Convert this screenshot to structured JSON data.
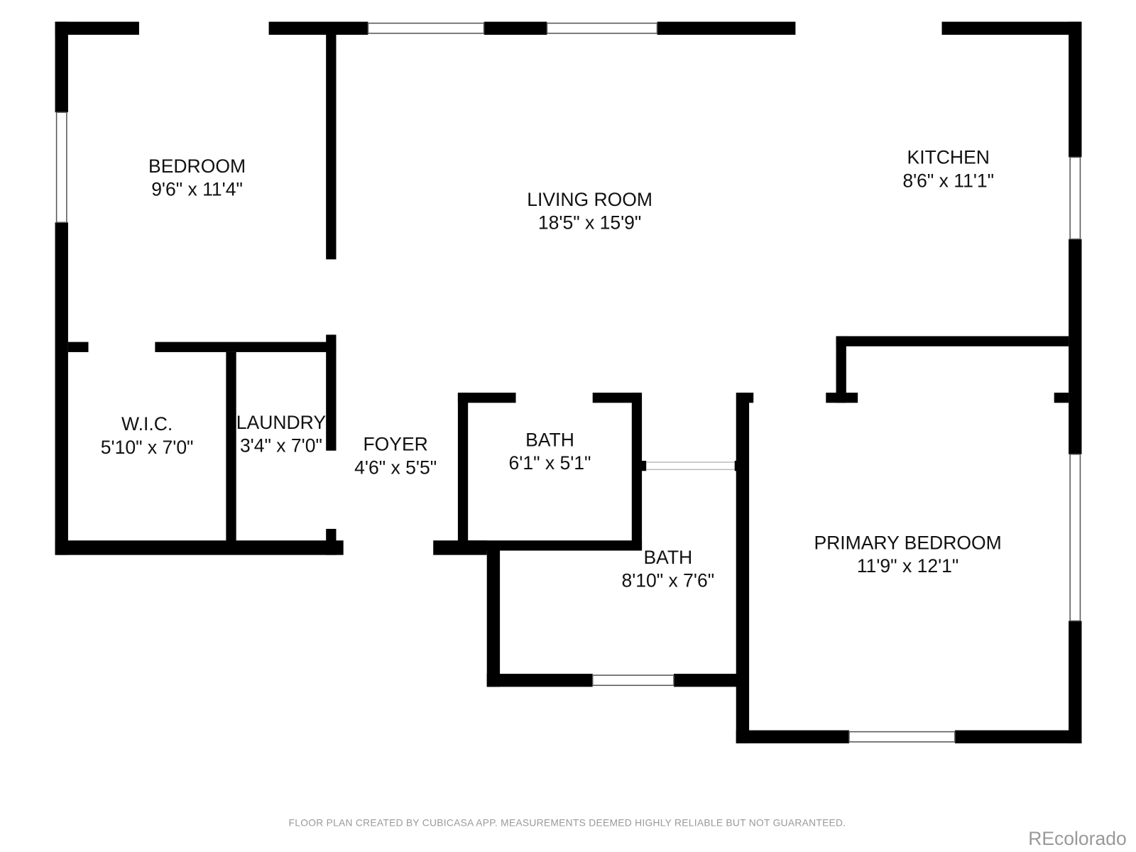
{
  "rooms": [
    {
      "name": "BEDROOM",
      "size": "9'6\" x 11'4\""
    },
    {
      "name": "LIVING ROOM",
      "size": "18'5\" x 15'9\""
    },
    {
      "name": "KITCHEN",
      "size": "8'6\" x 11'1\""
    },
    {
      "name": "W.I.C.",
      "size": "5'10\" x 7'0\""
    },
    {
      "name": "LAUNDRY",
      "size": "3'4\" x 7'0\""
    },
    {
      "name": "FOYER",
      "size": "4'6\" x 5'5\""
    },
    {
      "name": "BATH",
      "size": "6'1\" x 5'1\""
    },
    {
      "name": "BATH",
      "size": "8'10\" x 7'6\""
    },
    {
      "name": "PRIMARY BEDROOM",
      "size": "11'9\" x 12'1\""
    }
  ],
  "disclaimer": "FLOOR PLAN CREATED BY CUBICASA APP. MEASUREMENTS DEEMED HIGHLY RELIABLE BUT NOT GUARANTEED.",
  "watermark": "REcolorado"
}
